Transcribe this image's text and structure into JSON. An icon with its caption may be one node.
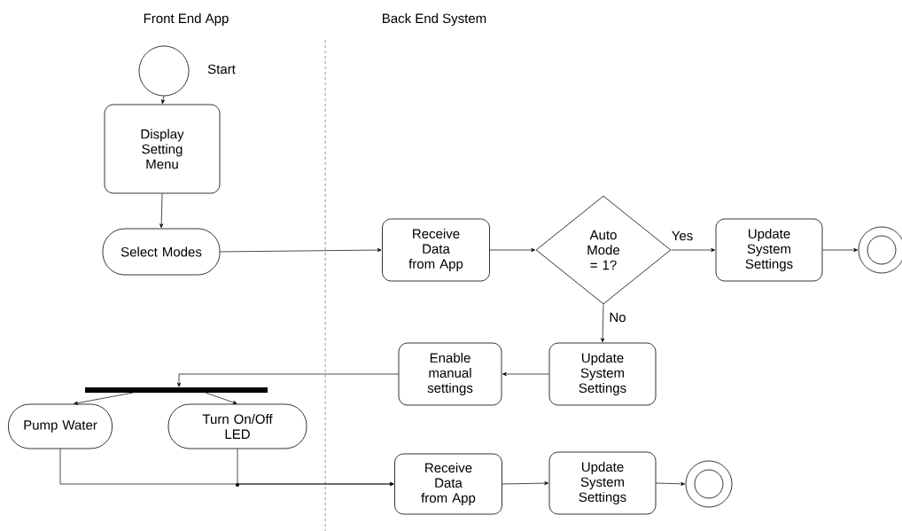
{
  "diagram": {
    "nodes": [
      {
        "text": [],
        "shape": "circle",
        "beside": [
          "Start"
        ]
      },
      {
        "text": [
          "Display Setting Menu"
        ]
      },
      {
        "text": [
          "Select Modes"
        ]
      },
      {
        "text": [
          "Receive Data from App"
        ]
      },
      {
        "text": [
          "Auto Mode = 1?"
        ]
      },
      {
        "text": [
          "Update System Settings"
        ]
      },
      {
        "text": [],
        "shape": "circle"
      },
      {
        "text": [
          "Update System Settings"
        ]
      },
      {
        "text": [
          "Enable manual settings"
        ]
      },
      {
        "text": [],
        "shape": "bar"
      },
      {
        "text": [
          "Pump Water"
        ]
      },
      {
        "text": [
          "Turn On/Off LED"
        ]
      },
      {
        "text": [
          "Receive Data from App"
        ]
      },
      {
        "text": [
          "Update System Settings"
        ]
      },
      {
        "text": [],
        "shape": "circle"
      }
    ],
    "edges": [
      {
        "from": 0,
        "to": 1,
        "arrow": "to"
      },
      {
        "from": 1,
        "to": 2,
        "arrow": "to"
      },
      {
        "from": 2,
        "to": 3,
        "arrow": "to"
      },
      {
        "from": 3,
        "to": 4,
        "arrow": "to"
      },
      {
        "from": 4,
        "to": 5,
        "arrow": "to",
        "label": "Yes"
      },
      {
        "from": 5,
        "to": 6,
        "arrow": "to"
      },
      {
        "from": 4,
        "to": 7,
        "arrow": "to",
        "label": "No"
      },
      {
        "from": 7,
        "to": 8,
        "arrow": "to"
      },
      {
        "from": 8,
        "to": 9,
        "arrow": "to"
      },
      {
        "from": 9,
        "to": 10,
        "arrow": "to"
      },
      {
        "from": 9,
        "to": 11,
        "arrow": "to"
      },
      {
        "from": 10,
        "to": 12,
        "arrow": "to"
      },
      {
        "from": 11,
        "to": 12,
        "arrow": "to"
      },
      {
        "from": 12,
        "to": 13,
        "arrow": "to"
      },
      {
        "from": 13,
        "to": 14,
        "arrow": "to"
      }
    ],
    "labels": [
      "Front End App",
      "Back End System"
    ]
  }
}
